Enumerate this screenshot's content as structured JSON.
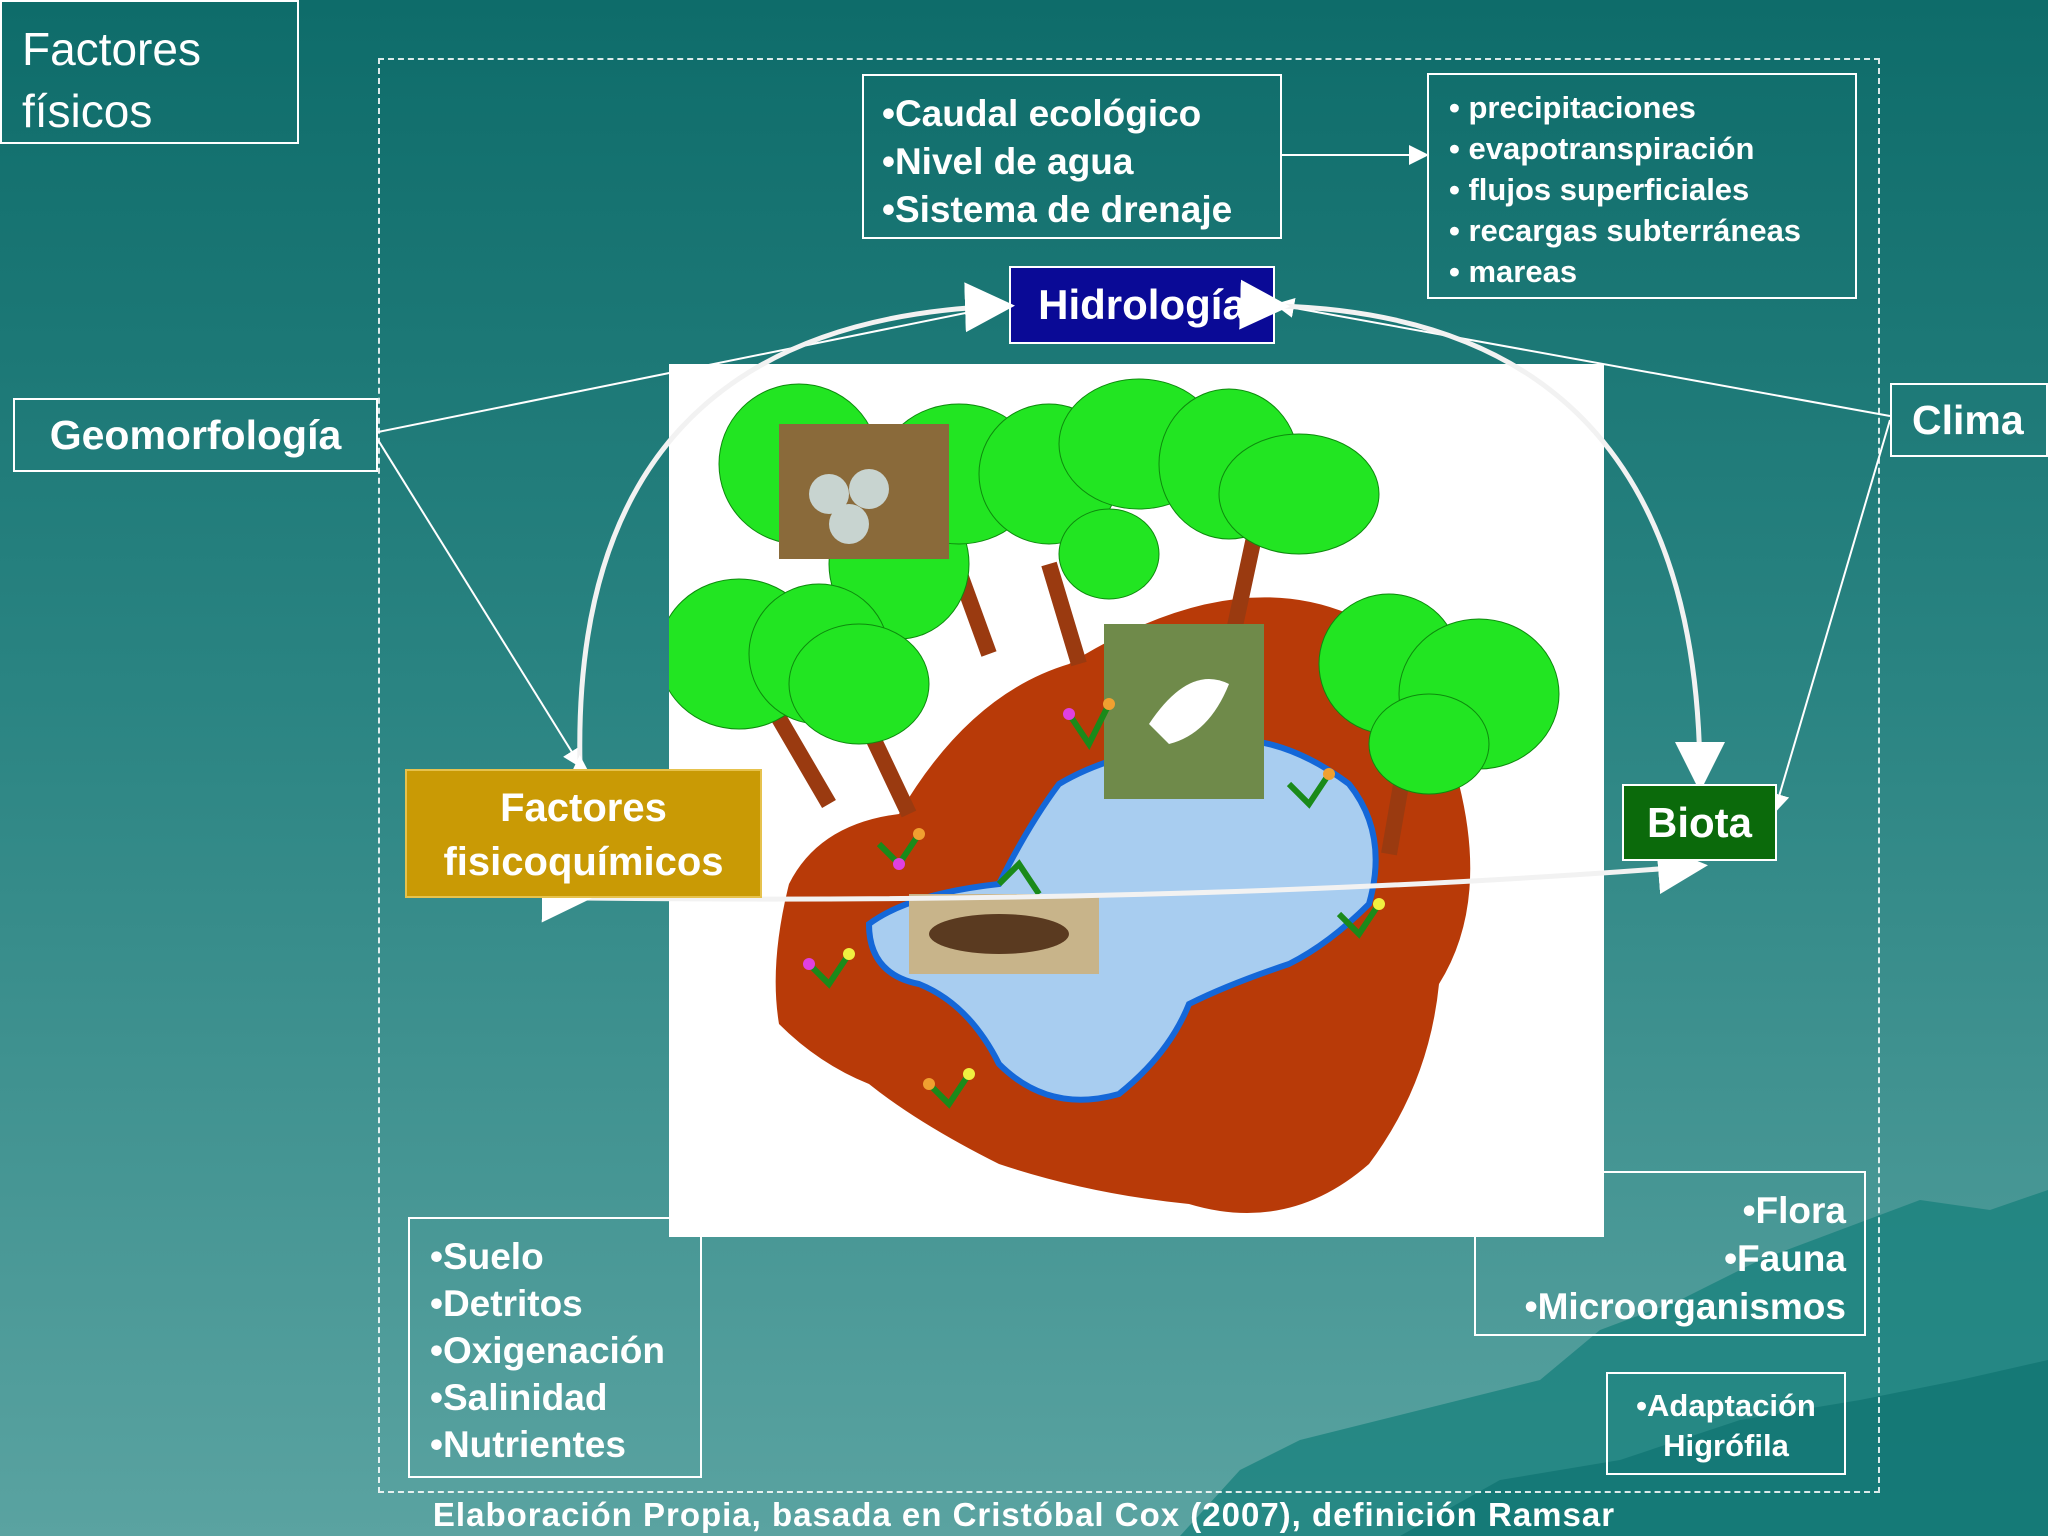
{
  "title": {
    "line1": "Factores",
    "line2": "físicos"
  },
  "hydrology": {
    "label": "Hidrología",
    "factors": [
      "•Caudal ecológico",
      "•Nivel de agua",
      "•Sistema de drenaje"
    ],
    "inputs": [
      "• precipitaciones",
      "• evapotranspiración",
      "• flujos superficiales",
      "• recargas subterráneas",
      "• mareas"
    ]
  },
  "geomorphology": {
    "label": "Geomorfología"
  },
  "climate": {
    "label": "Clima"
  },
  "physicochemical": {
    "line1": "Factores",
    "line2": "fisicoquímicos",
    "items": [
      "•Suelo",
      "•Detritos",
      "•Oxigenación",
      "•Salinidad",
      "•Nutrientes"
    ]
  },
  "biota": {
    "label": "Biota",
    "items": [
      "•Flora",
      "•Fauna",
      "•Microorganismos"
    ],
    "adaptation": {
      "line1": "•Adaptación",
      "line2": "Higrófila"
    }
  },
  "footer": {
    "credit": "Elaboración Propia, basada en Cristóbal Cox (2007), definición Ramsar"
  },
  "colors": {
    "hydrology_bg": "#0a0a96",
    "physicochemical_bg": "#c99a05",
    "biota_bg": "#0b6a0b",
    "soil": "#b83a08",
    "water": "#a8cdf0",
    "tree": "#22e522"
  }
}
